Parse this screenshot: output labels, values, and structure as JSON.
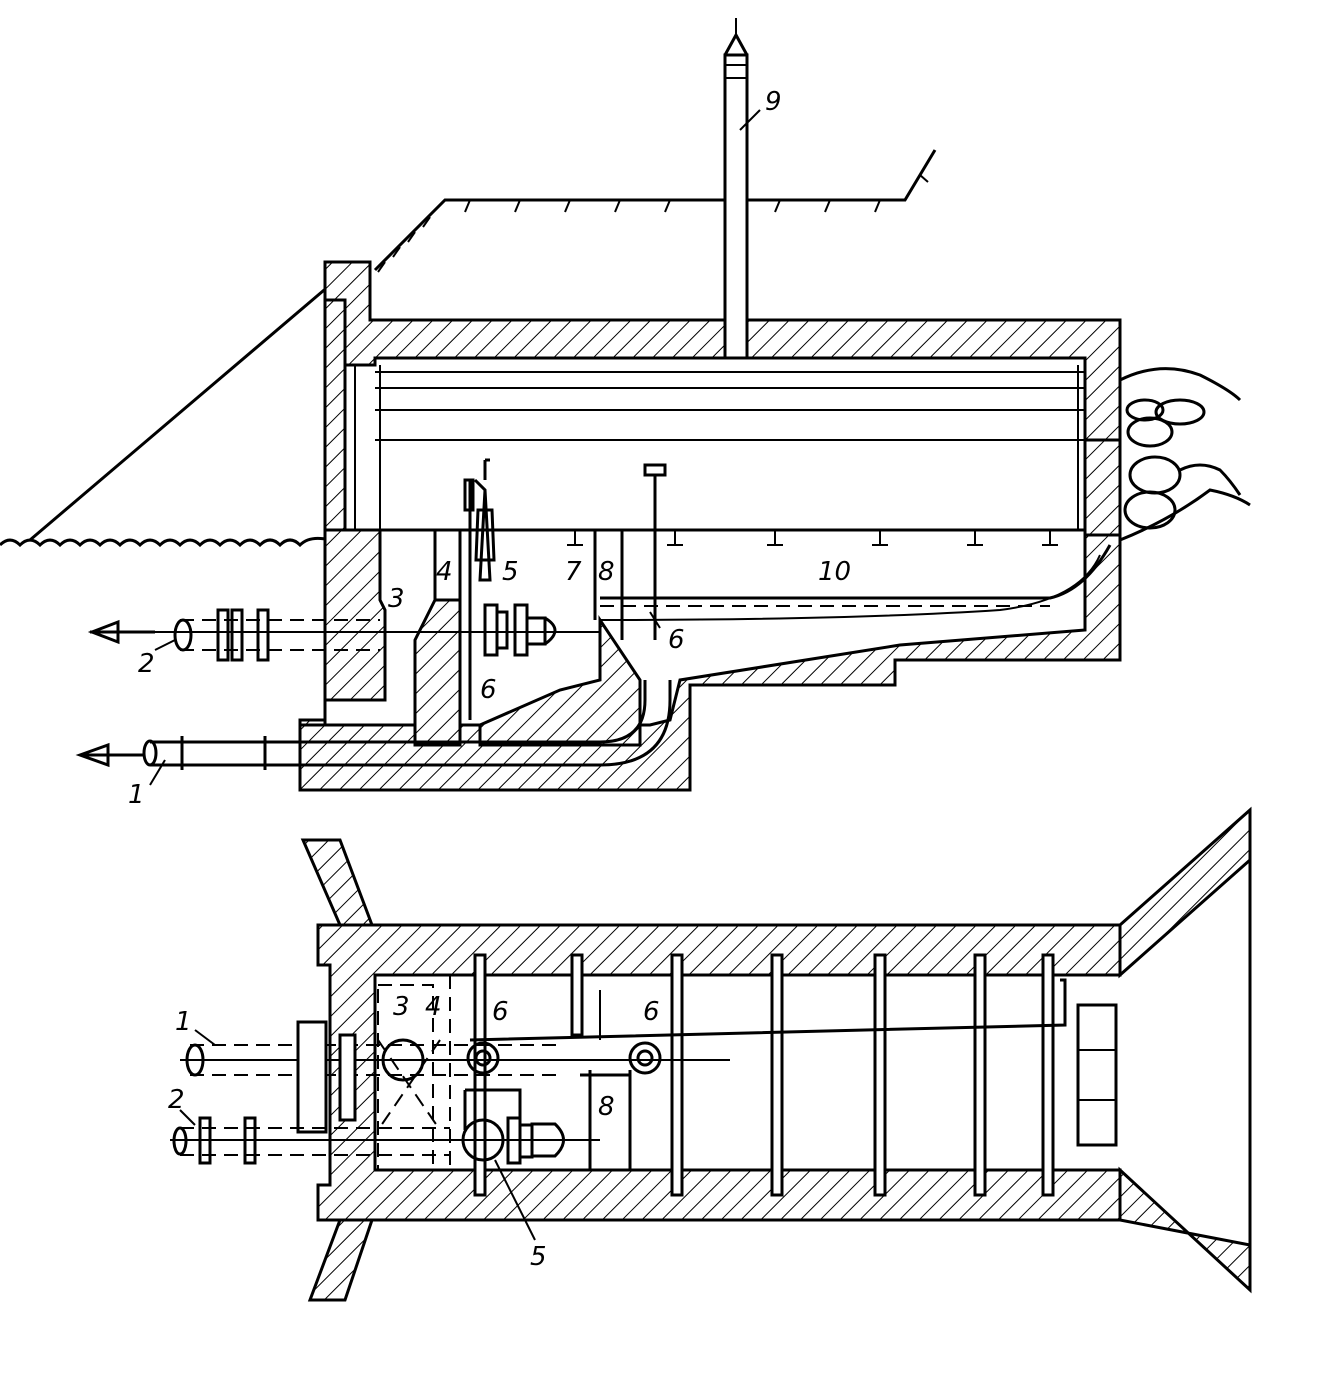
{
  "colors": {
    "line": "#000000",
    "paper": "#ffffff"
  },
  "section_view": {
    "labels": {
      "l1": "1",
      "l2": "2",
      "l3": "3",
      "l4": "4",
      "l5": "5",
      "l6a": "6",
      "l6b": "6",
      "l7": "7",
      "l8": "8",
      "l9": "9",
      "l10": "10"
    }
  },
  "plan_view": {
    "labels": {
      "l1": "1",
      "l2": "2",
      "l3": "3",
      "l4": "4",
      "l5": "5",
      "l6a": "6",
      "l6b": "6",
      "l8": "8"
    }
  }
}
